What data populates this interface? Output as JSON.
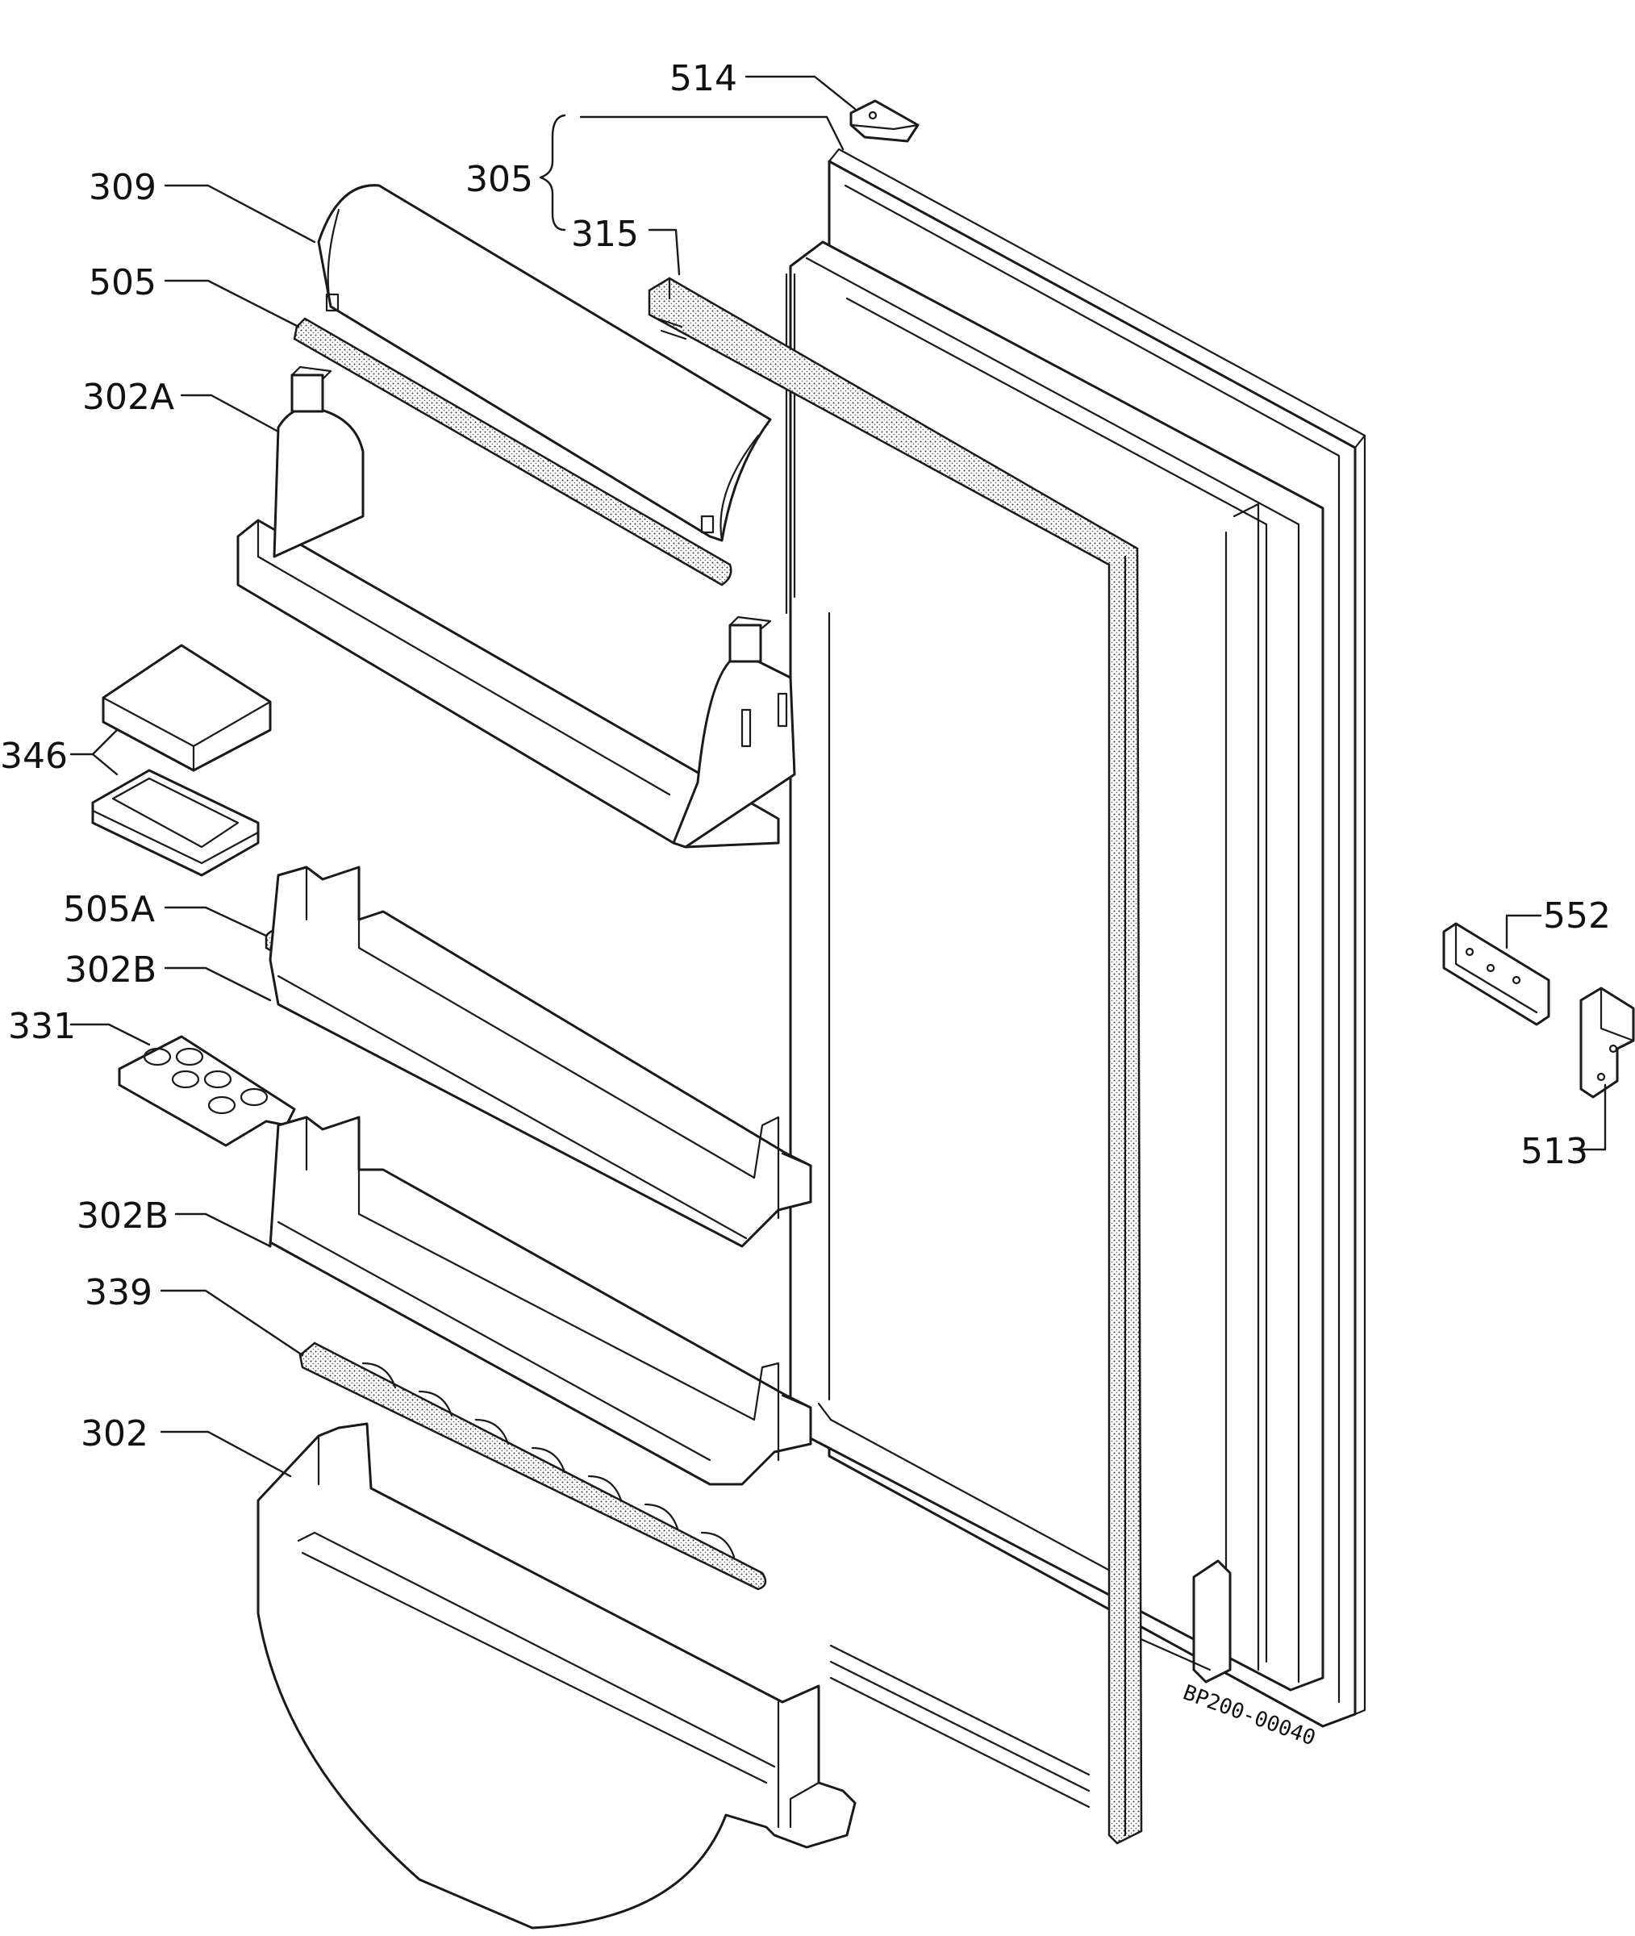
{
  "colors": {
    "ink": "#1a1a1a",
    "paper": "#ffffff"
  },
  "callouts": {
    "c514": "514",
    "c305": "305",
    "c315": "315",
    "c309": "309",
    "c505": "505",
    "c302A": "302A",
    "c346": "346",
    "c505A": "505A",
    "c302B_upper": "302B",
    "c331": "331",
    "c302B_lower": "302B",
    "c339": "339",
    "c302": "302",
    "c552": "552",
    "c513": "513"
  },
  "drawing_code": "BP200-00040"
}
